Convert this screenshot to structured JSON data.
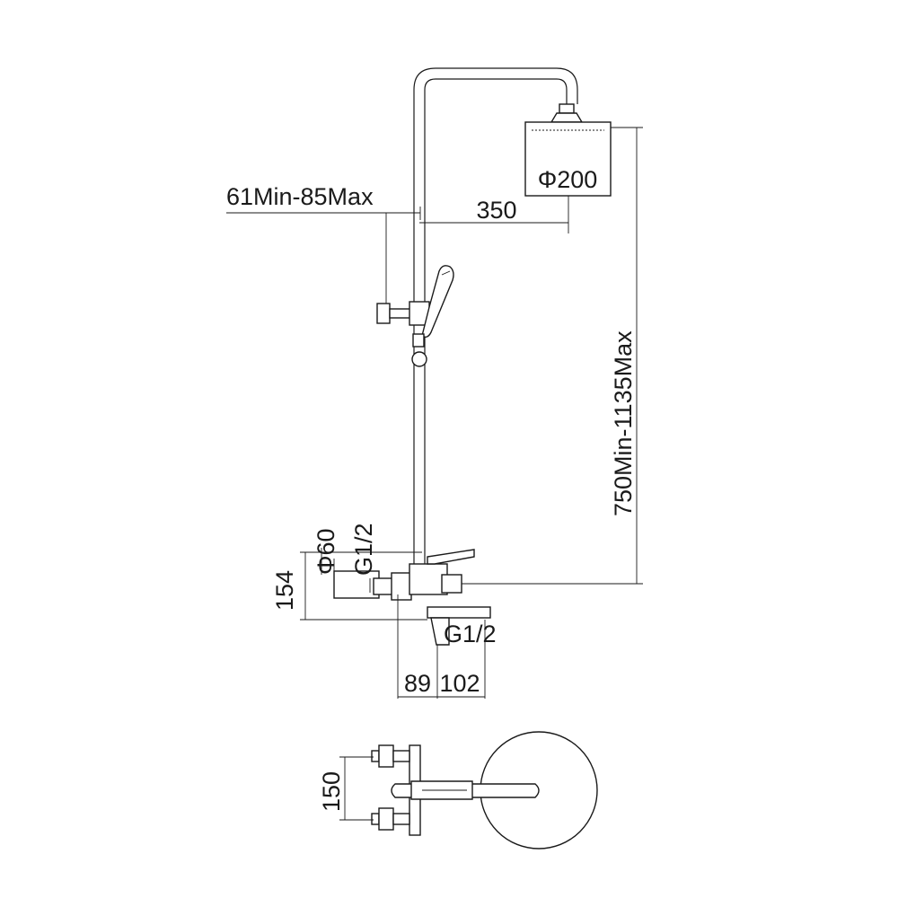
{
  "dimensions": {
    "head_diameter": "Φ200",
    "arm_length": "350",
    "bracket_offset": "61Min-85Max",
    "height_range": "750Min-1135Max",
    "inlet_diameter": "Φ60",
    "inlet_thread_upper": "G1/2",
    "inlet_thread_lower": "G1/2",
    "mixer_height": "154",
    "spout_offset_a": "89",
    "spout_offset_b": "102",
    "inlet_spacing": "150"
  }
}
